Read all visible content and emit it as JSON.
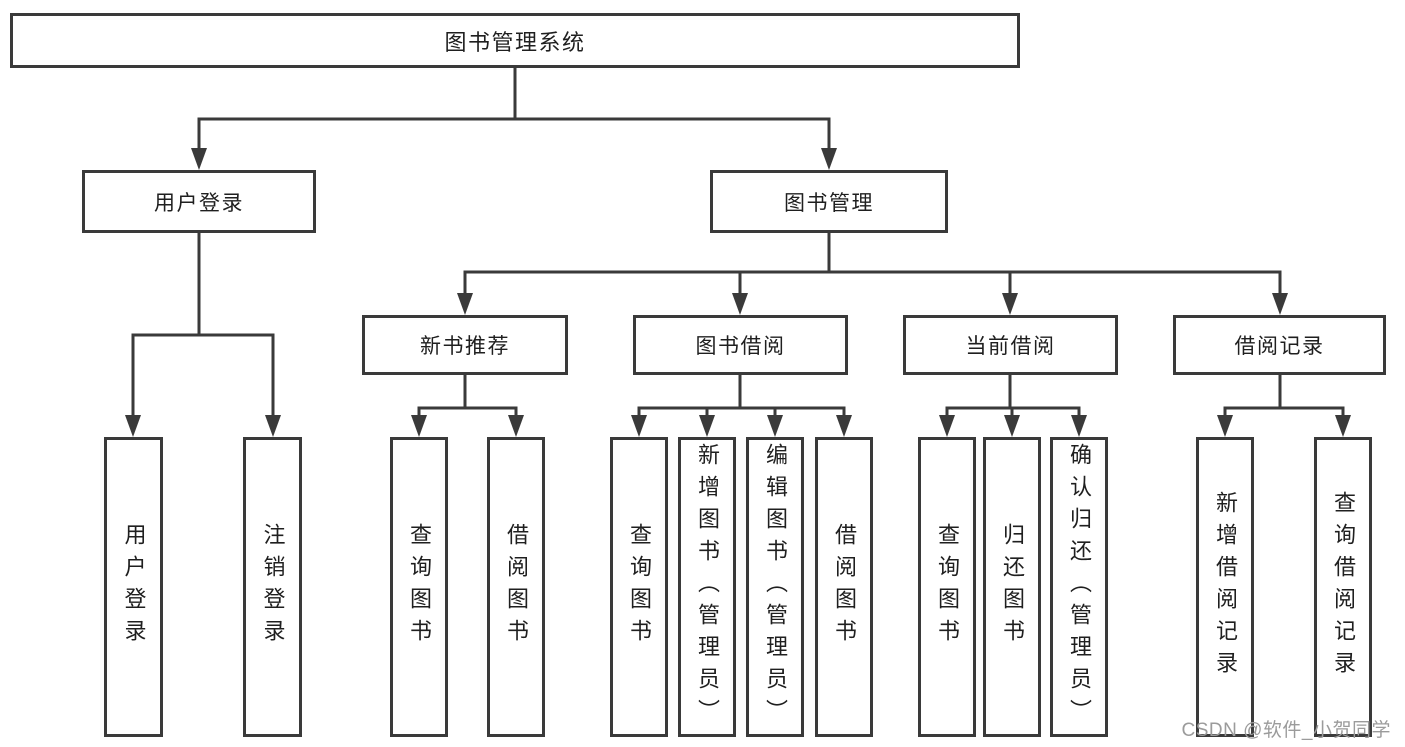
{
  "tree": {
    "root": "图书管理系统",
    "branches": [
      {
        "label": "用户登录",
        "children": [
          "用户登录",
          "注销登录"
        ]
      },
      {
        "label": "图书管理",
        "children": [
          {
            "label": "新书推荐",
            "children": [
              "查询图书",
              "借阅图书"
            ]
          },
          {
            "label": "图书借阅",
            "children": [
              "查询图书",
              "新增图书（管理员）",
              "编辑图书（管理员）",
              "借阅图书"
            ]
          },
          {
            "label": "当前借阅",
            "children": [
              "查询图书",
              "归还图书",
              "确认归还（管理员）"
            ]
          },
          {
            "label": "借阅记录",
            "children": [
              "新增借阅记录",
              "查询借阅记录"
            ]
          }
        ]
      }
    ]
  },
  "watermark": "CSDN @软件_小贺同学",
  "colors": {
    "line": "#3a3a3a",
    "text": "#1f1f1f",
    "watermark": "#9b9b9b",
    "background": "#ffffff"
  }
}
